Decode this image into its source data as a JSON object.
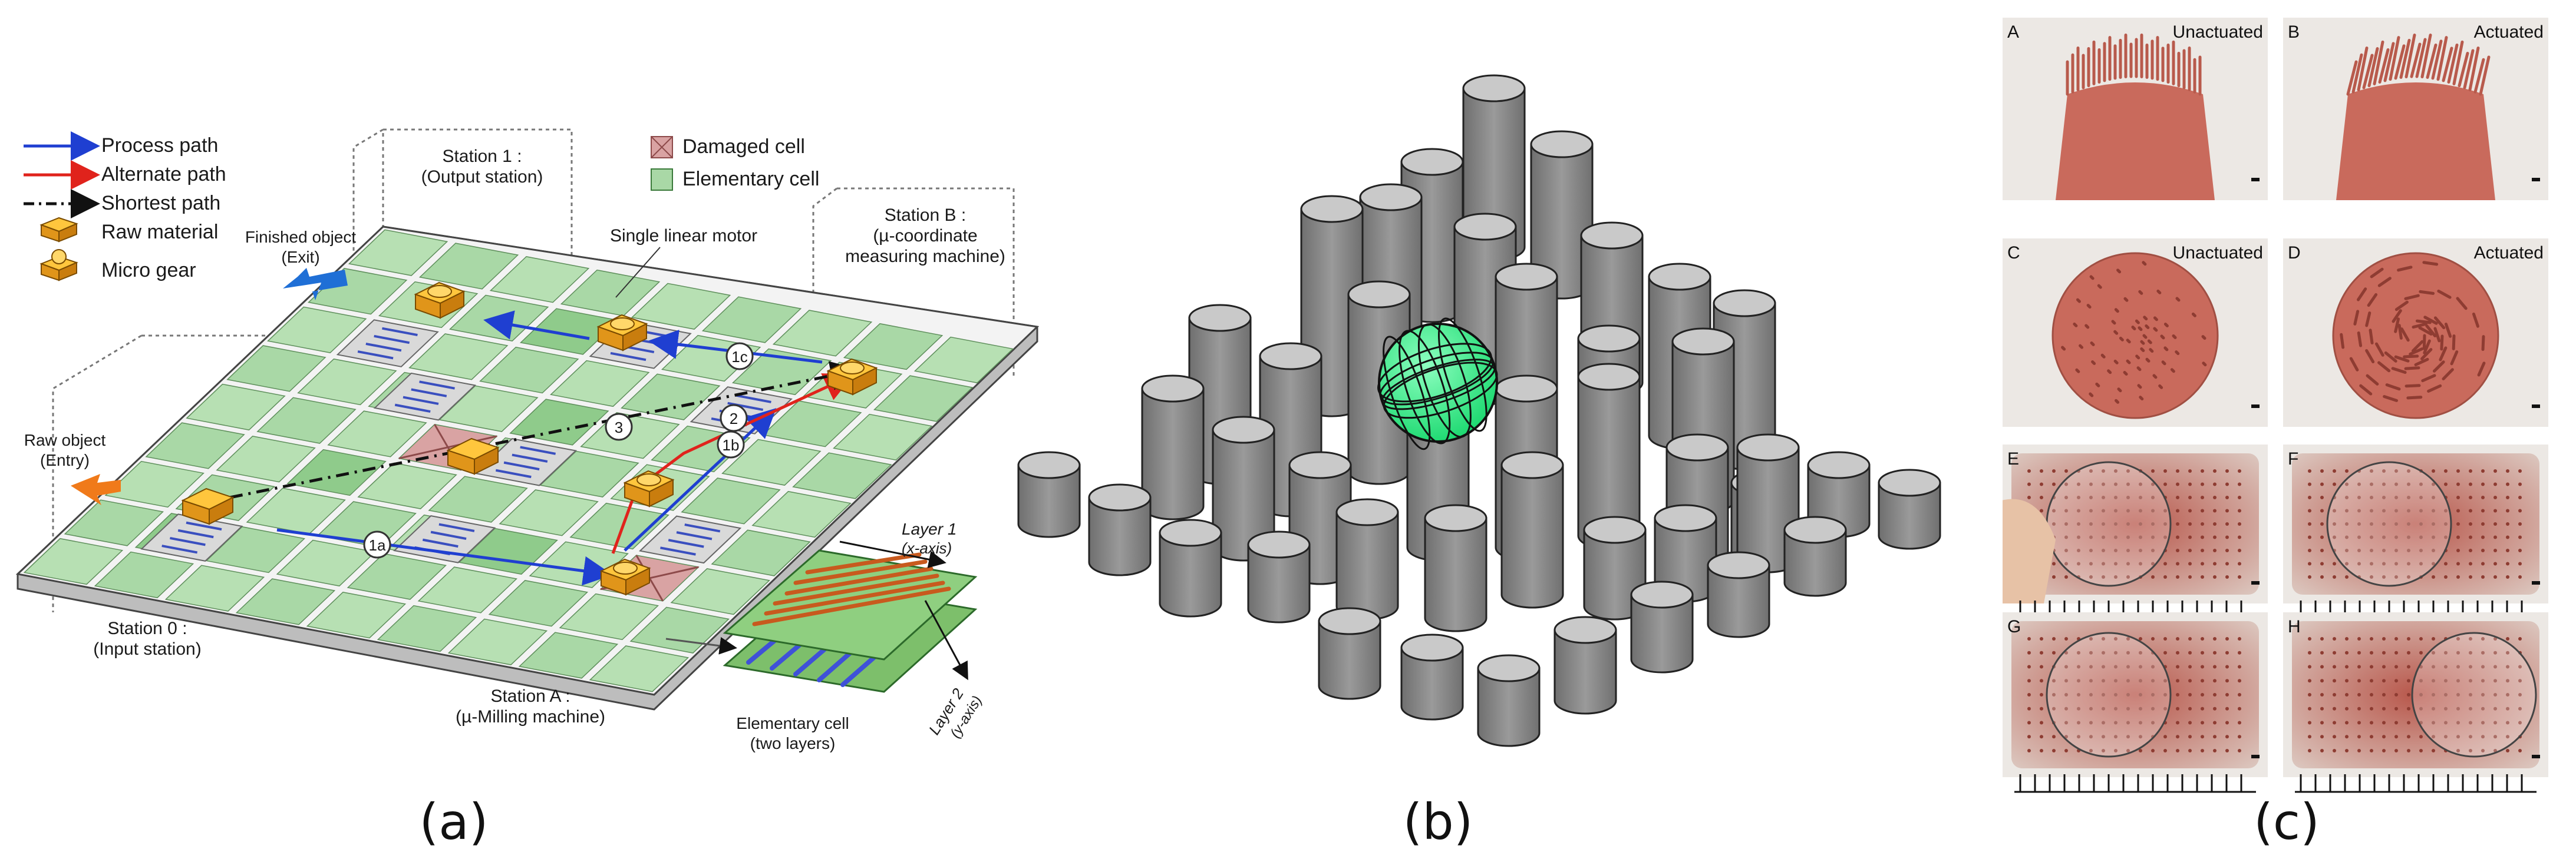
{
  "panels": {
    "a": {
      "caption": "(a)"
    },
    "b": {
      "caption": "(b)"
    },
    "c": {
      "caption": "(c)"
    }
  },
  "legend": {
    "process_path": "Process path",
    "alternate_path": "Alternate path",
    "shortest_path": "Shortest path",
    "raw_material": "Raw material",
    "micro_gear": "Micro gear",
    "damaged_cell": "Damaged cell",
    "elementary_cell": "Elementary cell"
  },
  "stations": {
    "s1_line1": "Station 1 :",
    "s1_line2": "(Output station)",
    "sB_line1": "Station B :",
    "sB_line2": "(µ-coordinate",
    "sB_line3": "measuring machine)",
    "s0_line1": "Station 0 :",
    "s0_line2": "(Input station)",
    "sA_line1": "Station A :",
    "sA_line2": "(µ-Milling machine)"
  },
  "labels": {
    "finished_line1": "Finished object",
    "finished_line2": "(Exit)",
    "raw_line1": "Raw object",
    "raw_line2": "(Entry)",
    "single_motor": "Single linear motor",
    "layer1_line1": "Layer 1",
    "layer1_line2": "(x-axis)",
    "layer2_line1": "Layer 2",
    "layer2_line2": "(y-axis)",
    "cell_line1": "Elementary cell",
    "cell_line2": "(two layers)"
  },
  "path_markers": [
    "1a",
    "1b",
    "1c",
    "2",
    "3"
  ],
  "photos": [
    {
      "letter": "A",
      "state": "Unactuated"
    },
    {
      "letter": "B",
      "state": "Actuated"
    },
    {
      "letter": "C",
      "state": "Unactuated"
    },
    {
      "letter": "D",
      "state": "Actuated"
    },
    {
      "letter": "E",
      "state": ""
    },
    {
      "letter": "F",
      "state": ""
    },
    {
      "letter": "G",
      "state": ""
    },
    {
      "letter": "H",
      "state": ""
    }
  ],
  "colors": {
    "process_path": "#1f3fd1",
    "alternate_path": "#e0231c",
    "shortest_path": "#111111",
    "elementary_cell": "#a9d8a6",
    "damaged_cell": "#d9a3a3",
    "raw_material": "#f2a81d",
    "sphere": "#35f08a",
    "pillar": "#8a8a8a",
    "photo_bg": "#c96a5c"
  }
}
